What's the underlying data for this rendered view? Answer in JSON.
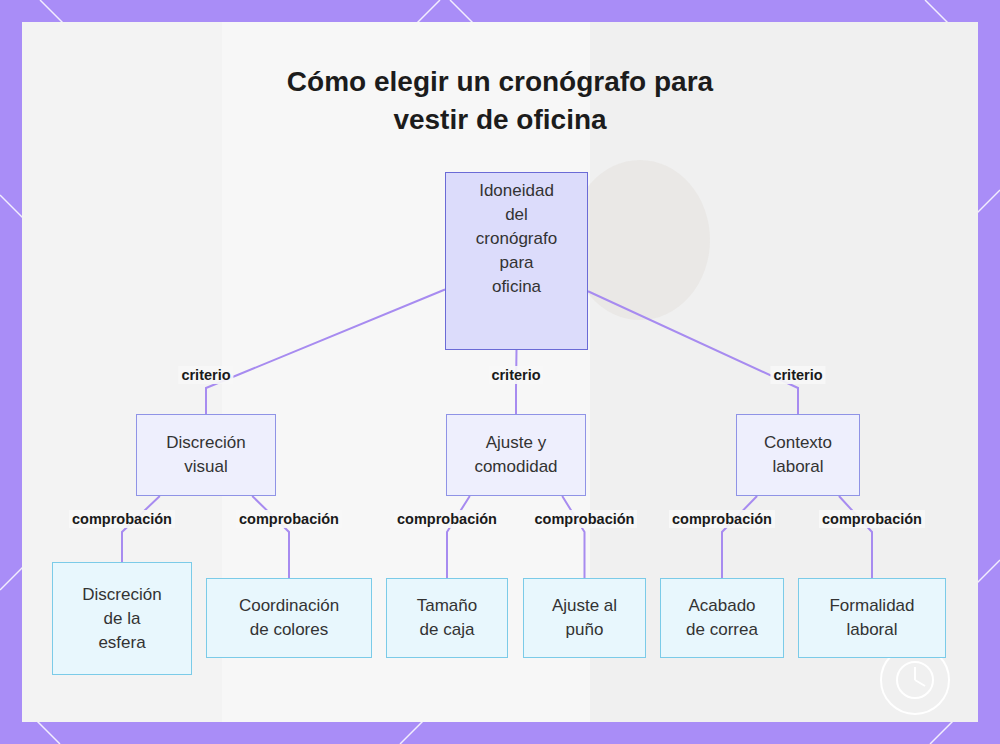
{
  "diagram": {
    "title": "Cómo elegir un cronógrafo para vestir de oficina",
    "nodes": [
      {
        "text": [
          "Idoneidad del cronógrafo para oficina"
        ]
      },
      {
        "text": [
          "Discreción visual"
        ]
      },
      {
        "text": [
          "Ajuste y comodidad"
        ]
      },
      {
        "text": [
          "Contexto laboral"
        ]
      },
      {
        "text": [
          "Discreción de la esfera"
        ]
      },
      {
        "text": [
          "Coordinación de colores"
        ]
      },
      {
        "text": [
          "Tamaño de caja"
        ]
      },
      {
        "text": [
          "Ajuste al puño"
        ]
      },
      {
        "text": [
          "Acabado de correa"
        ]
      },
      {
        "text": [
          "Formalidad laboral"
        ]
      }
    ],
    "edges": [
      {
        "from": 0,
        "to": 1,
        "label": "criterio",
        "arrow": "none"
      },
      {
        "from": 0,
        "to": 2,
        "label": "criterio",
        "arrow": "none"
      },
      {
        "from": 0,
        "to": 3,
        "label": "criterio",
        "arrow": "none"
      },
      {
        "from": 1,
        "to": 4,
        "label": "comprobación",
        "arrow": "none"
      },
      {
        "from": 1,
        "to": 5,
        "label": "comprobación",
        "arrow": "none"
      },
      {
        "from": 2,
        "to": 6,
        "label": "comprobación",
        "arrow": "none"
      },
      {
        "from": 2,
        "to": 7,
        "label": "comprobación",
        "arrow": "none"
      },
      {
        "from": 3,
        "to": 8,
        "label": "comprobación",
        "arrow": "none"
      },
      {
        "from": 3,
        "to": 9,
        "label": "comprobación",
        "arrow": "none"
      }
    ]
  }
}
